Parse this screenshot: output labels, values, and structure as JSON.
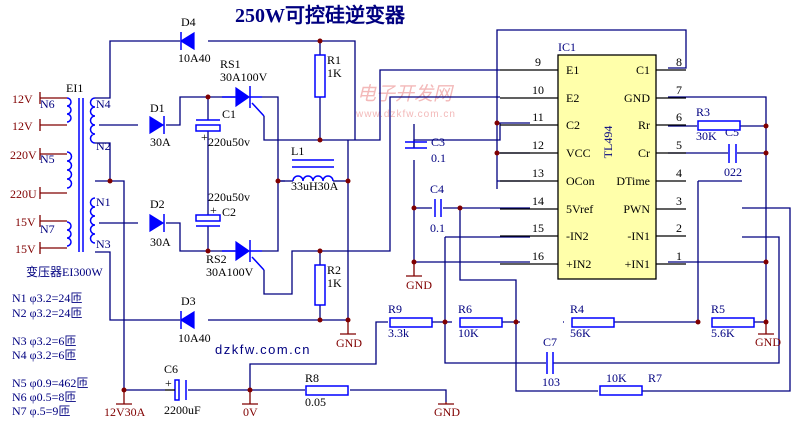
{
  "title": "250W可控硅逆变器",
  "watermark": {
    "cn": "电子开发网",
    "url": "www.dzkfw.com.cn"
  },
  "site_label": "dzkfw.com.cn",
  "transformer": {
    "ref": "EI1",
    "caption": "变压器EI300W",
    "taps_left": [
      "12V",
      "12V",
      "220V",
      "220U",
      "15V",
      "15V"
    ],
    "windings": [
      "N6",
      "N5",
      "N7",
      "N4",
      "N2",
      "N1",
      "N3"
    ],
    "specs": [
      "N1  φ3.2=24匝",
      "N2  φ3.2=24匝",
      "N3  φ3.2=6匝",
      "N4  φ3.2=6匝",
      "N5  φ0.9=462匝",
      "N6  φ0.5=8匝",
      "N7  φ.5=9匝"
    ]
  },
  "components": {
    "D1": {
      "ref": "D1",
      "value": "30A"
    },
    "D2": {
      "ref": "D2",
      "value": "30A"
    },
    "D3": {
      "ref": "D3",
      "value": "10A40"
    },
    "D4": {
      "ref": "D4",
      "value": "10A40"
    },
    "RS1": {
      "ref": "RS1",
      "value": "30A100V"
    },
    "RS2": {
      "ref": "RS2",
      "value": "30A100V"
    },
    "C1": {
      "ref": "C1",
      "value": "220u50v"
    },
    "C2": {
      "ref": "C2",
      "value": "220u50v"
    },
    "C3": {
      "ref": "C3",
      "value": "0.1"
    },
    "C4": {
      "ref": "C4",
      "value": "0.1"
    },
    "C5": {
      "ref": "C5",
      "value": "022"
    },
    "C6": {
      "ref": "C6",
      "value": "2200uF"
    },
    "C7": {
      "ref": "C7",
      "value": "103"
    },
    "L1": {
      "ref": "L1",
      "value": "33uH30A"
    },
    "R1": {
      "ref": "R1",
      "value": "1K"
    },
    "R2": {
      "ref": "R2",
      "value": "1K"
    },
    "R3": {
      "ref": "R3",
      "value": "30K"
    },
    "R4": {
      "ref": "R4",
      "value": "56K"
    },
    "R5": {
      "ref": "R5",
      "value": "5.6K"
    },
    "R6": {
      "ref": "R6",
      "value": "10K"
    },
    "R7": {
      "ref": "R7",
      "value": "10K"
    },
    "R8": {
      "ref": "R8",
      "value": "0.05"
    },
    "R9": {
      "ref": "R9",
      "value": "3.3k"
    }
  },
  "ic": {
    "ref": "IC1",
    "part": "TL494",
    "left_pins": [
      {
        "num": "9",
        "name": "E1"
      },
      {
        "num": "10",
        "name": "E2"
      },
      {
        "num": "11",
        "name": "C2"
      },
      {
        "num": "12",
        "name": "VCC"
      },
      {
        "num": "13",
        "name": "OCon"
      },
      {
        "num": "14",
        "name": "5Vref"
      },
      {
        "num": "15",
        "name": "-IN2"
      },
      {
        "num": "16",
        "name": "+IN2"
      }
    ],
    "right_pins": [
      {
        "num": "8",
        "name": "C1"
      },
      {
        "num": "7",
        "name": "GND"
      },
      {
        "num": "6",
        "name": "Rr"
      },
      {
        "num": "5",
        "name": "Cr"
      },
      {
        "num": "4",
        "name": "DTime"
      },
      {
        "num": "3",
        "name": "PWN"
      },
      {
        "num": "2",
        "name": "-IN1"
      },
      {
        "num": "1",
        "name": "+IN1"
      }
    ]
  },
  "power_labels": {
    "gnd": "GND",
    "zero_v": "0V",
    "battery": "12V30A"
  }
}
